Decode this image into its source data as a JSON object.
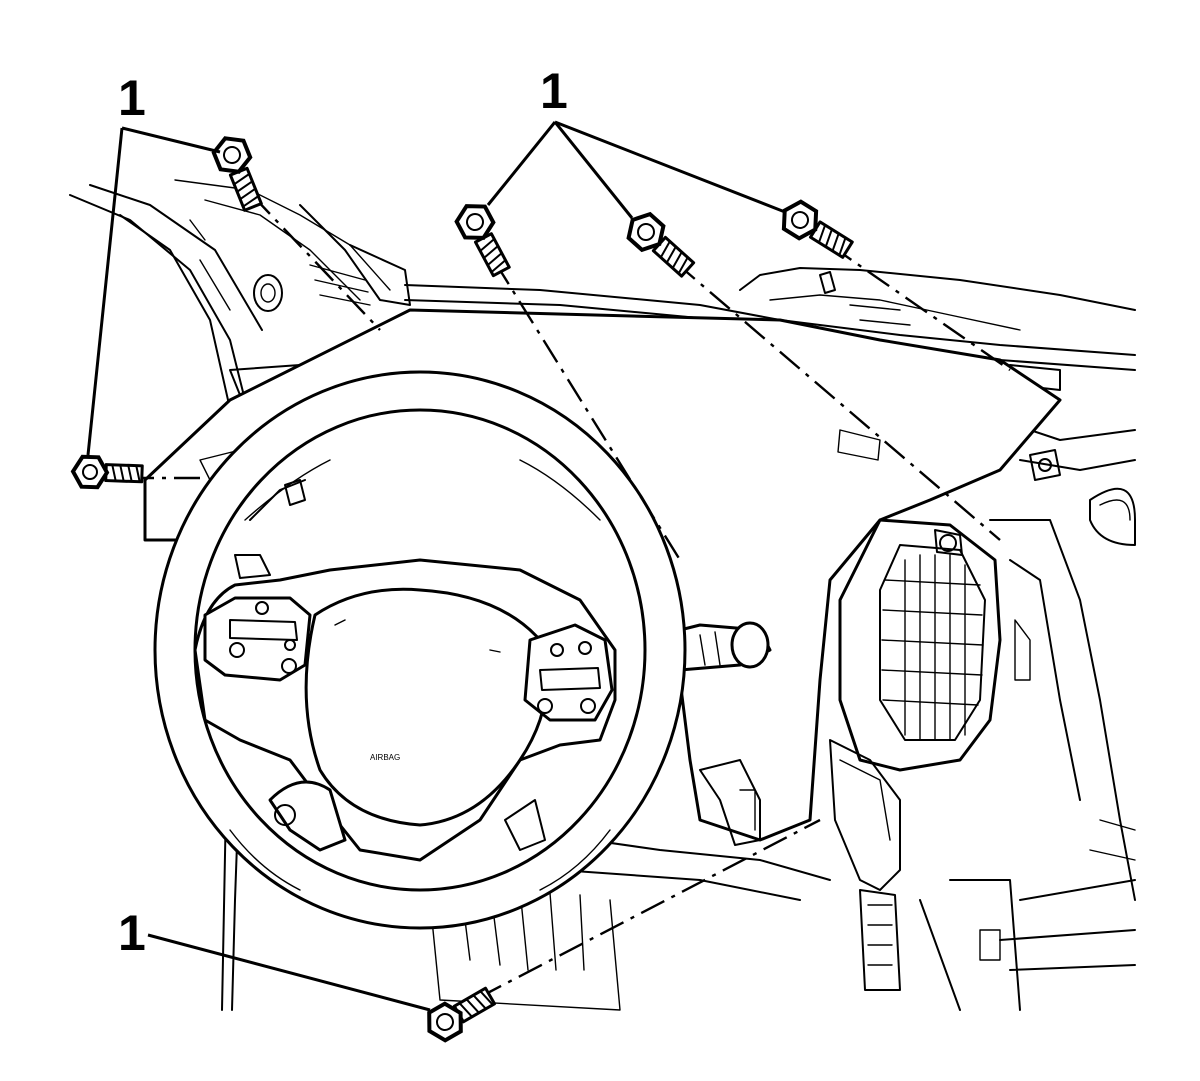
{
  "callouts": [
    {
      "id": "1",
      "label": "1"
    },
    {
      "id": "2",
      "label": "1"
    },
    {
      "id": "3",
      "label": "1"
    }
  ],
  "figure": {
    "style": "black line art on white",
    "callout_count": 3,
    "fastener_count": 6
  }
}
